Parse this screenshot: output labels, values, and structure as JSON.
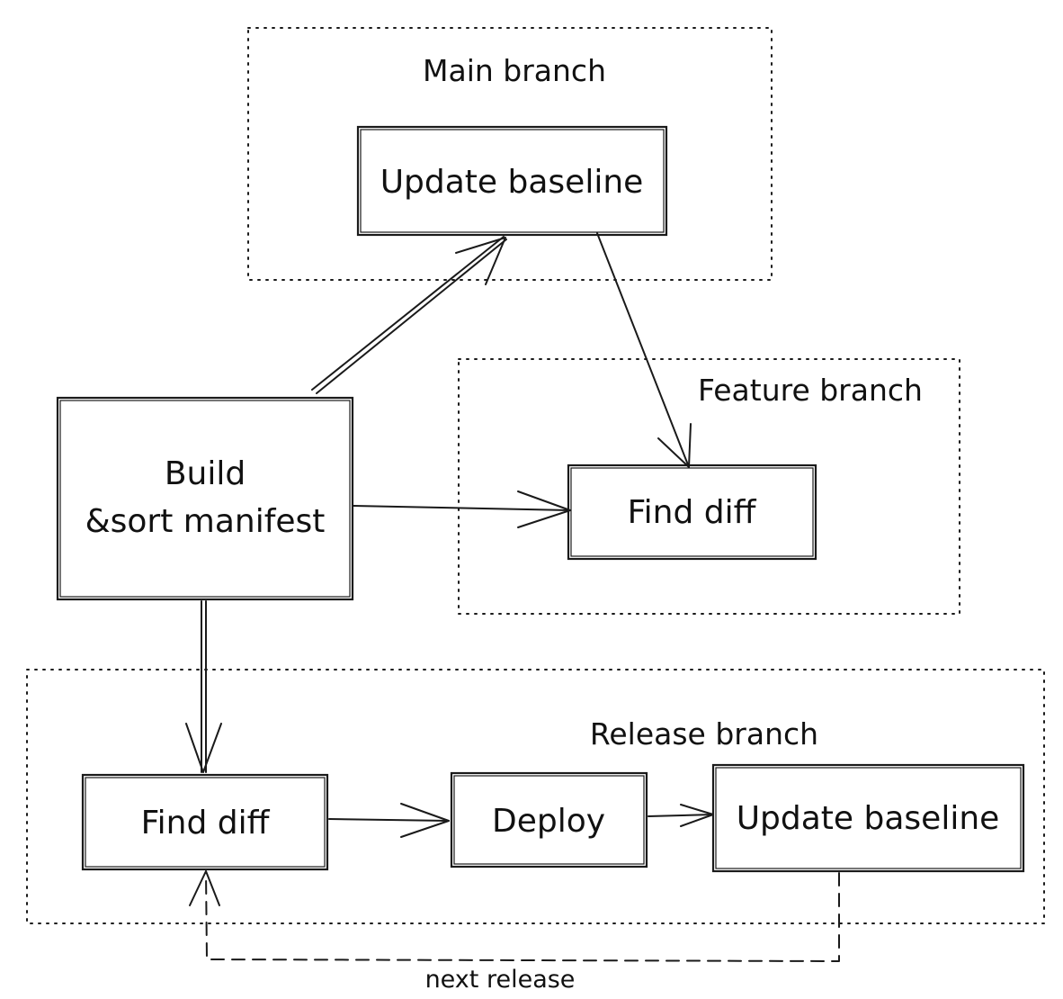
{
  "regions": {
    "main": {
      "label": "Main branch"
    },
    "feature": {
      "label": "Feature branch"
    },
    "release": {
      "label": "Release branch"
    }
  },
  "nodes": {
    "build": {
      "line1": "Build",
      "line2": "&sort manifest"
    },
    "main_update": {
      "label": "Update baseline"
    },
    "feature_diff": {
      "label": "Find diff"
    },
    "release_diff": {
      "label": "Find diff"
    },
    "deploy": {
      "label": "Deploy"
    },
    "release_update": {
      "label": "Update baseline"
    }
  },
  "edges": {
    "next_release": {
      "label": "next release"
    }
  }
}
